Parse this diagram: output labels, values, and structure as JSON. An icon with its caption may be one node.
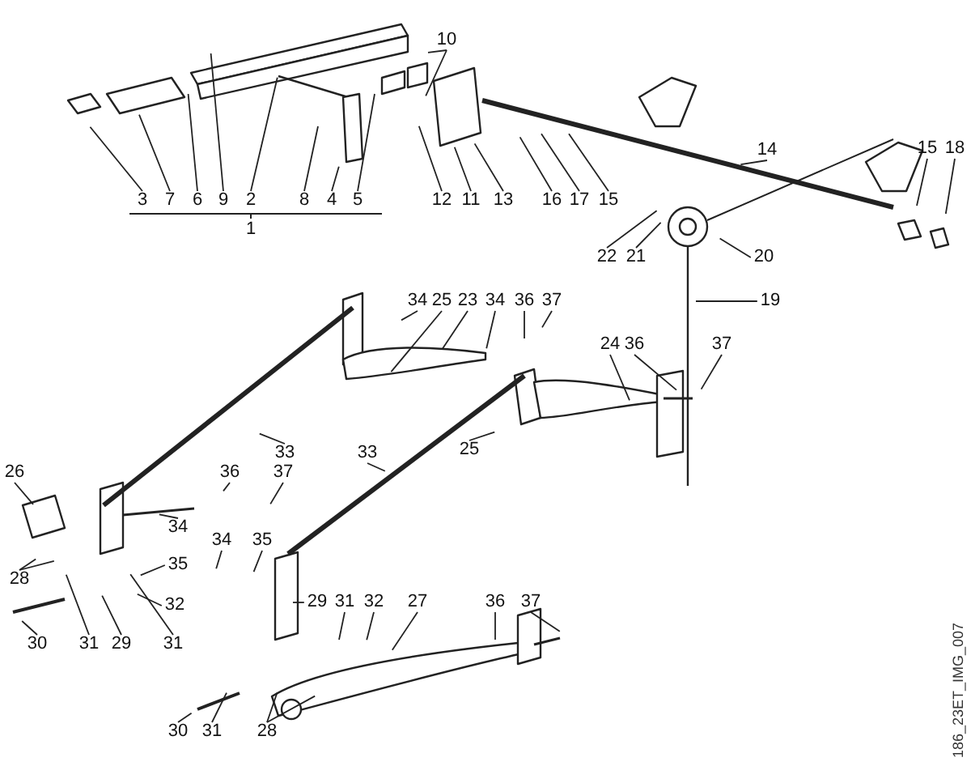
{
  "diagram": {
    "nodes": [
      {
        "text": [
          "3"
        ]
      },
      {
        "text": [
          "7"
        ]
      },
      {
        "text": [
          "6"
        ]
      },
      {
        "text": [
          "9"
        ]
      },
      {
        "text": [
          "2"
        ]
      },
      {
        "text": [
          "8"
        ]
      },
      {
        "text": [
          "4"
        ]
      },
      {
        "text": [
          "5"
        ]
      },
      {
        "text": [
          "10"
        ]
      },
      {
        "text": [
          "12"
        ]
      },
      {
        "text": [
          "11"
        ]
      },
      {
        "text": [
          "13"
        ]
      },
      {
        "text": [
          "16"
        ]
      },
      {
        "text": [
          "17"
        ]
      },
      {
        "text": [
          "15"
        ]
      },
      {
        "text": [
          "14"
        ]
      },
      {
        "text": [
          "15"
        ]
      },
      {
        "text": [
          "18"
        ]
      },
      {
        "text": [
          "22"
        ]
      },
      {
        "text": [
          "21"
        ]
      },
      {
        "text": [
          "20"
        ]
      },
      {
        "text": [
          "19"
        ]
      },
      {
        "text": [
          "34"
        ]
      },
      {
        "text": [
          "25"
        ]
      },
      {
        "text": [
          "23"
        ]
      },
      {
        "text": [
          "34"
        ]
      },
      {
        "text": [
          "36"
        ]
      },
      {
        "text": [
          "37"
        ]
      },
      {
        "text": [
          "24"
        ]
      },
      {
        "text": [
          "36"
        ]
      },
      {
        "text": [
          "37"
        ]
      },
      {
        "text": [
          "33"
        ]
      },
      {
        "text": [
          "25"
        ]
      },
      {
        "text": [
          "26"
        ]
      },
      {
        "text": [
          "33"
        ]
      },
      {
        "text": [
          "36"
        ]
      },
      {
        "text": [
          "37"
        ]
      },
      {
        "text": [
          "34"
        ]
      },
      {
        "text": [
          "35"
        ]
      },
      {
        "text": [
          "28"
        ]
      },
      {
        "text": [
          "32"
        ]
      },
      {
        "text": [
          "34"
        ]
      },
      {
        "text": [
          "35"
        ]
      },
      {
        "text": [
          "29"
        ]
      },
      {
        "text": [
          "31"
        ]
      },
      {
        "text": [
          "32"
        ]
      },
      {
        "text": [
          "27"
        ]
      },
      {
        "text": [
          "36"
        ]
      },
      {
        "text": [
          "37"
        ]
      },
      {
        "text": [
          "30"
        ]
      },
      {
        "text": [
          "31"
        ]
      },
      {
        "text": [
          "29"
        ]
      },
      {
        "text": [
          "31"
        ]
      },
      {
        "text": [
          "30"
        ]
      },
      {
        "text": [
          "31"
        ]
      },
      {
        "text": [
          "28"
        ]
      }
    ],
    "edges": [
      {
        "from": 0,
        "to": null,
        "arrow": "none"
      },
      {
        "from": 1,
        "to": null,
        "arrow": "none"
      },
      {
        "from": 2,
        "to": null,
        "arrow": "none"
      },
      {
        "from": 3,
        "to": null,
        "arrow": "none"
      },
      {
        "from": 4,
        "to": null,
        "arrow": "none"
      },
      {
        "from": 5,
        "to": null,
        "arrow": "none"
      },
      {
        "from": 6,
        "to": null,
        "arrow": "none"
      },
      {
        "from": 7,
        "to": null,
        "arrow": "none"
      },
      {
        "from": 8,
        "to": null,
        "arrow": "none"
      },
      {
        "from": 8,
        "to": null,
        "arrow": "none"
      },
      {
        "from": 9,
        "to": null,
        "arrow": "none"
      },
      {
        "from": 10,
        "to": null,
        "arrow": "none"
      },
      {
        "from": 11,
        "to": null,
        "arrow": "none"
      },
      {
        "from": 12,
        "to": null,
        "arrow": "none"
      },
      {
        "from": 13,
        "to": null,
        "arrow": "none"
      },
      {
        "from": 14,
        "to": null,
        "arrow": "none"
      },
      {
        "from": 15,
        "to": null,
        "arrow": "none"
      },
      {
        "from": 16,
        "to": null,
        "arrow": "none"
      },
      {
        "from": 17,
        "to": null,
        "arrow": "none"
      },
      {
        "from": 18,
        "to": null,
        "arrow": "none"
      },
      {
        "from": 19,
        "to": null,
        "arrow": "none"
      },
      {
        "from": 20,
        "to": null,
        "arrow": "none"
      },
      {
        "from": 21,
        "to": null,
        "arrow": "none"
      },
      {
        "from": 22,
        "to": null,
        "arrow": "none"
      },
      {
        "from": 23,
        "to": null,
        "arrow": "none"
      },
      {
        "from": 24,
        "to": null,
        "arrow": "none"
      },
      {
        "from": 25,
        "to": null,
        "arrow": "none"
      },
      {
        "from": 26,
        "to": null,
        "arrow": "none"
      },
      {
        "from": 27,
        "to": null,
        "arrow": "none"
      },
      {
        "from": 28,
        "to": null,
        "arrow": "none"
      },
      {
        "from": 29,
        "to": null,
        "arrow": "none"
      },
      {
        "from": 30,
        "to": null,
        "arrow": "none"
      },
      {
        "from": 31,
        "to": null,
        "arrow": "none"
      },
      {
        "from": 32,
        "to": null,
        "arrow": "none"
      },
      {
        "from": 33,
        "to": null,
        "arrow": "none"
      },
      {
        "from": 34,
        "to": null,
        "arrow": "none"
      },
      {
        "from": 35,
        "to": null,
        "arrow": "none"
      },
      {
        "from": 36,
        "to": null,
        "arrow": "none"
      },
      {
        "from": 37,
        "to": null,
        "arrow": "none"
      },
      {
        "from": 38,
        "to": null,
        "arrow": "none"
      },
      {
        "from": 39,
        "to": null,
        "arrow": "none"
      },
      {
        "from": 39,
        "to": null,
        "arrow": "none"
      },
      {
        "from": 40,
        "to": null,
        "arrow": "none"
      },
      {
        "from": 41,
        "to": null,
        "arrow": "none"
      },
      {
        "from": 42,
        "to": null,
        "arrow": "none"
      },
      {
        "from": 43,
        "to": null,
        "arrow": "none"
      },
      {
        "from": 44,
        "to": null,
        "arrow": "none"
      },
      {
        "from": 45,
        "to": null,
        "arrow": "none"
      },
      {
        "from": 46,
        "to": null,
        "arrow": "none"
      },
      {
        "from": 47,
        "to": null,
        "arrow": "none"
      },
      {
        "from": 48,
        "to": null,
        "arrow": "none"
      },
      {
        "from": 49,
        "to": null,
        "arrow": "none"
      },
      {
        "from": 50,
        "to": null,
        "arrow": "none"
      },
      {
        "from": 51,
        "to": null,
        "arrow": "none"
      },
      {
        "from": 52,
        "to": null,
        "arrow": "none"
      },
      {
        "from": 53,
        "to": null,
        "arrow": "none"
      },
      {
        "from": 54,
        "to": null,
        "arrow": "none"
      },
      {
        "from": 55,
        "to": null,
        "arrow": "none"
      },
      {
        "from": 55,
        "to": null,
        "arrow": "none"
      }
    ],
    "labels": [
      "1",
      "186_23ET_IMG_007"
    ]
  }
}
